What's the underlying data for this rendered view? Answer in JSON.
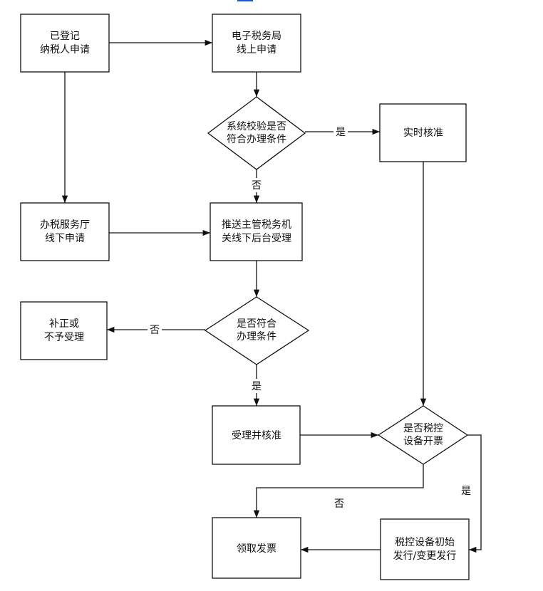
{
  "nodes": {
    "registered_taxpayer": {
      "lines": [
        "已登记",
        "纳税人申请"
      ]
    },
    "e_tax_online": {
      "lines": [
        "电子税务局",
        "线上申请"
      ]
    },
    "system_check": {
      "lines": [
        "系统校验是否",
        "符合办理条件"
      ]
    },
    "realtime_approval": {
      "lines": [
        "实时核准"
      ]
    },
    "hall_offline": {
      "lines": [
        "办税服务厅",
        "线下申请"
      ]
    },
    "push_backend": {
      "lines": [
        "推送主管税务机",
        "关线下后台受理"
      ]
    },
    "meets_conditions": {
      "lines": [
        "是否符合",
        "办理条件"
      ]
    },
    "correct_or_reject": {
      "lines": [
        "补正或",
        "不予受理"
      ]
    },
    "accept_approve": {
      "lines": [
        "受理并核准"
      ]
    },
    "tax_control_invoice": {
      "lines": [
        "是否税控",
        "设备开票"
      ]
    },
    "device_issue": {
      "lines": [
        "税控设备初始",
        "发行/变更发行"
      ]
    },
    "receive_invoice": {
      "lines": [
        "领取发票"
      ]
    }
  },
  "edge_labels": {
    "check_yes": "是",
    "check_no": "否",
    "meets_no": "否",
    "meets_yes": "是",
    "tax_control_yes": "是",
    "tax_control_no": "否"
  },
  "colors": {
    "stroke": "#111111",
    "fill": "#ffffff",
    "accent": "#1a56db"
  }
}
